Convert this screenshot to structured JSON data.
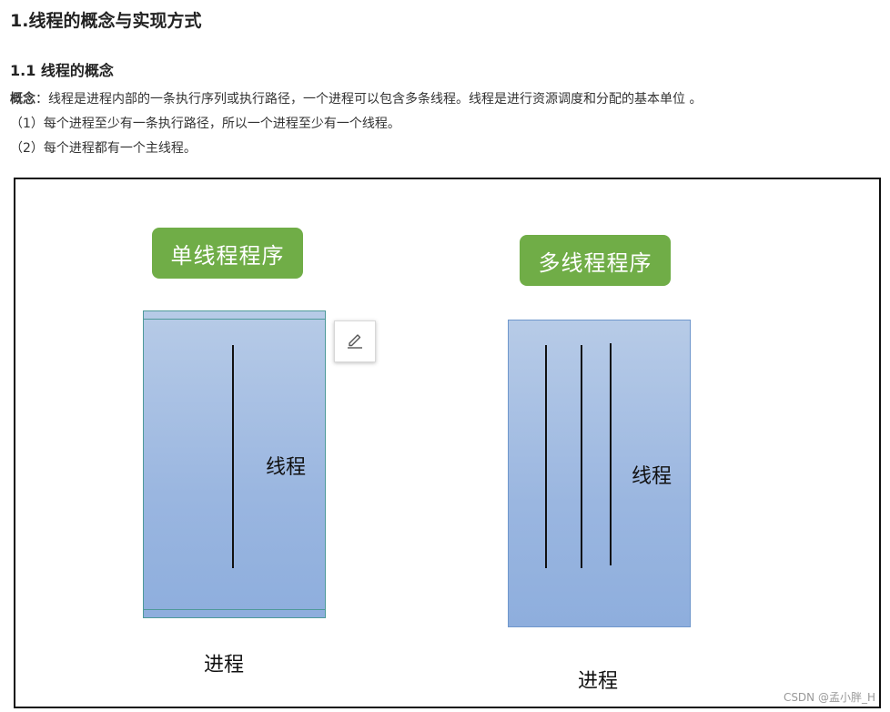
{
  "heading1": "1.线程的概念与实现方式",
  "heading2": "1.1 线程的概念",
  "definition": {
    "term": "概念",
    "text": "：线程是进程内部的一条执行序列或执行路径，一个进程可以包含多条线程。线程是进行资源调度和分配的基本单位 。"
  },
  "points": [
    "（1）每个进程至少有一条执行路径，所以一个进程至少有一个线程。",
    "（2）每个进程都有一个主线程。"
  ],
  "figure": {
    "single": {
      "title": "单线程程序",
      "thread_label": "线程",
      "process_label": "进程"
    },
    "multi": {
      "title": "多线程程序",
      "thread_label": "线程",
      "process_label": "进程"
    },
    "edit_icon": "pencil-edit-icon",
    "watermark": "CSDN @孟小胖_H"
  },
  "colors": {
    "pill_green": "#70ad47",
    "process_blue": "#9ab6e0"
  }
}
